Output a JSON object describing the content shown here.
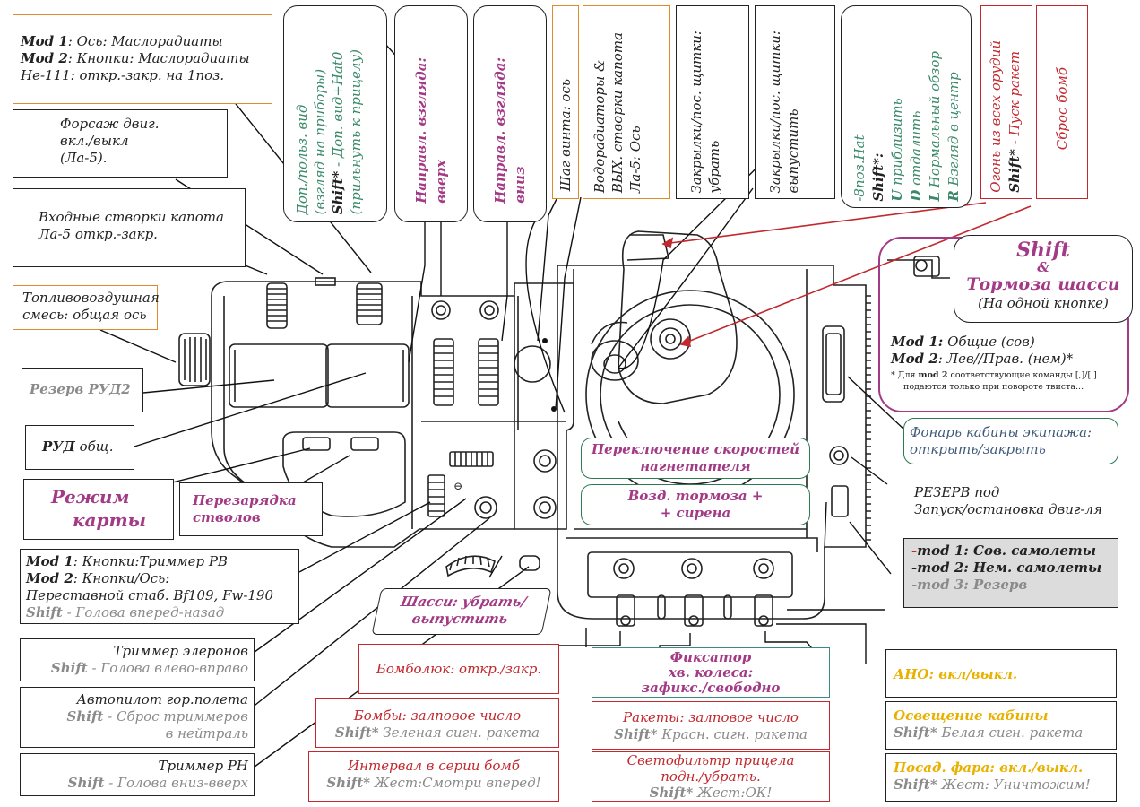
{
  "boxes": {
    "mod_axis": {
      "l1b": "Mod 1",
      "l1": ": Ось: Маслорадиаты",
      "l2b": "Mod 2",
      "l2": ": Кнопки: Маслорадиаты",
      "l3": "He-111: откр.-закр. на 1поз."
    },
    "forsazh": {
      "l1": "Форсаж двиг.",
      "l2": "вкл./выкл",
      "l3": "(Ла-5)."
    },
    "vhodnye": {
      "l1": "Входные створки капота",
      "l2": "Ла-5 откр.-закр."
    },
    "toplivo": {
      "l1": "Топливовоздушная",
      "l2": "смесь: общая ось"
    },
    "rezerv_rud": {
      "l1": "Резерв РУД2"
    },
    "rud": {
      "l1b": "РУД",
      "l1": " общ."
    },
    "rezhim": {
      "l1": "Режим",
      "l2": "карты"
    },
    "perezaryadka": {
      "l1": "Перезарядка",
      "l2": "стволов"
    },
    "trimmer_rv": {
      "l1b": "Mod 1",
      "l1": ": Кнопки:Триммер РВ",
      "l2b": "Mod 2",
      "l2": ": Кнопки/Ось:",
      "l3": "Переставной стаб. Bf109, Fw-190",
      "l4b": "Shift",
      "l4": " - Голова вперед-назад"
    },
    "trimmer_el": {
      "l1": "Триммер элеронов",
      "l2b": "Shift",
      "l2": " - Голова влево-вправо"
    },
    "avtopilot": {
      "l1": "Автопилот гор.полета",
      "l2b": "Shift",
      "l2": " - Сброс триммеров",
      "l3": "в нейтраль"
    },
    "trimmer_rn": {
      "l1": "Триммер РН",
      "l2b": "Shift",
      "l2": " - Голова вниз-вверх"
    },
    "shassi": {
      "l1": "Шасси: убрать/",
      "l2": "выпустить"
    },
    "bombolyuk": {
      "l1": "Бомболюк: откр./закр."
    },
    "bomby": {
      "l1": "Бомбы: залповое число",
      "l2b": "Shift*",
      "l2": " Зеленая сигн. ракета"
    },
    "interval": {
      "l1": "Интервал в серии бомб",
      "l2b": "Shift*",
      "l2": " Жест:Смотри вперед!"
    },
    "fiksator": {
      "l1": "Фиксатор",
      "l2": "хв. колеса:",
      "l3": "зафикс./свободно"
    },
    "rakety": {
      "l1": "Ракеты: залповое число",
      "l2b": "Shift*",
      "l2": " Красн. сигн. ракета"
    },
    "svetofiltr": {
      "l1": "Светофильтр прицела",
      "l2": "подн./убрать.",
      "l3b": "Shift*",
      "l3": " Жест:ОК!"
    },
    "ano": {
      "l1": "АНО: вкл/выкл."
    },
    "osveshenie": {
      "l1": "Освещение кабины",
      "l2b": "Shift*",
      "l2": " Белая сигн. ракета"
    },
    "posad": {
      "l1": "Посад. фара: вкл./выкл.",
      "l2b": "Shift*",
      "l2": " Жест: Уничтожим!"
    },
    "pereklyuchenie": {
      "l1": "Переключение скоростей",
      "l2": "нагнетателя"
    },
    "vozd": {
      "l1": "Возд. тормоза +",
      "l2": "+ сирена"
    },
    "fonar": {
      "l1": "Фонарь кабины экипажа:",
      "l2": "открыть/закрыть"
    },
    "rezerv_pod": {
      "l1": "РЕЗЕРВ под",
      "l2": "Запуск/остановка двиг-ля"
    },
    "mods": {
      "l1a": "-",
      "l1": "mod 1: Сов. самолеты",
      "l2": "-mod 2: Нем. самолеты",
      "l3": "-mod 3: Резерв"
    },
    "shift_tormoza": {
      "t1": "Shift",
      "t2": "&",
      "t3": "Тормоза шасси",
      "t4": "(На одной кнопке)",
      "m1b": "Mod 1:",
      "m1": " Общие (сов)",
      "m2b": "Mod 2",
      "m2": ": Лев//Прав. (нем)*",
      "n1": "* Для ",
      "n1b": "mod 2",
      "n1c": " соответствующие команды [,]/[.]",
      "n2": "подаются только при повороте твиста..."
    }
  },
  "vertical": {
    "dop_vid": {
      "l1": "Доп./польз. вид",
      "l2": "(взгляд на приборы)",
      "l3b": "Shift*",
      "l3": " - Доп. вид+Hat0",
      "l4": "(прильнуть к прицелу)"
    },
    "napr_vverh": {
      "l1": "Направл. взгляда:",
      "l2": "вверх"
    },
    "napr_vniz": {
      "l1": "Направл. взгляда:",
      "l2": "вниз"
    },
    "shag": {
      "l1": "Шаг винта: ось"
    },
    "vodoradiatory": {
      "l1": "Водорадиаторы &",
      "l2": "ВЫХ. створки капота",
      "l3": "Ла-5: Ось"
    },
    "zakr_ubrat": {
      "l1": "Закрылки/пос. щитки:",
      "l2": "убрать"
    },
    "zakr_vypustit": {
      "l1": "Закрылки/пос. щитки:",
      "l2": "выпустить"
    },
    "hat8": {
      "l1": "-8поз.Hat",
      "l2": "Shift*:",
      "l3b": "U",
      "l3": " приблизить",
      "l4b": "D",
      "l4": " отдалить",
      "l5b": "L",
      "l5": " Нормальный обзор",
      "l6b": "R",
      "l6": " Взгляд в центр"
    },
    "ogon": {
      "l1": "Огонь из всех орудий",
      "l2b": "Shift*",
      "l2": " - Пуск ракет"
    },
    "sbros": {
      "l1": "Сброс бомб"
    }
  },
  "colors": {
    "accent_purple": "#a33a86",
    "red": "#c2282e",
    "orange": "#e08a2a",
    "green": "#2e7a55",
    "yellow": "#e8b100",
    "grey": "#8a8a8a"
  }
}
